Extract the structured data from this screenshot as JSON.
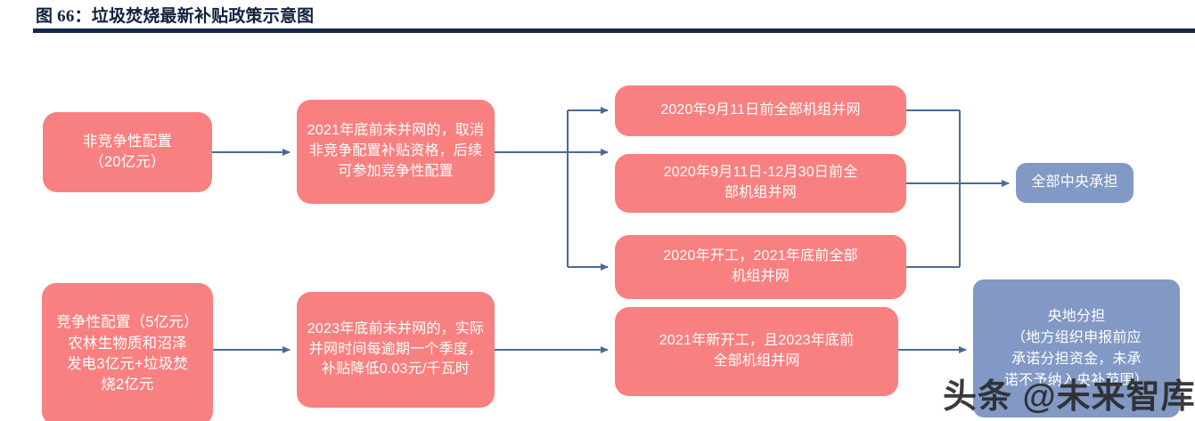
{
  "title": {
    "text": "图 66：垃圾焚烧最新补贴政策示意图"
  },
  "colors": {
    "pink_node": "#f98080",
    "blue_node": "#8199c4",
    "connector": "#4b6a92",
    "title_rule": "#17274d",
    "title_text": "#12223f"
  },
  "diagram": {
    "type": "flowchart",
    "nodes": [
      {
        "id": "n1",
        "label": "非竞争性配置\n（20亿元）",
        "style": "pink",
        "row": "top"
      },
      {
        "id": "n2",
        "label": "2021年底前未并网的，取消\n非竞争配置补贴资格，后续\n可参加竞争性配置",
        "style": "pink",
        "row": "top"
      },
      {
        "id": "n3",
        "label": "2020年9月11日前全部机组并网",
        "style": "pink",
        "row": "top"
      },
      {
        "id": "n4",
        "label": "2020年9月11日-12月30日前全\n部机组并网",
        "style": "pink",
        "row": "top"
      },
      {
        "id": "n5",
        "label": "2020年开工，2021年底前全部\n机组并网",
        "style": "pink",
        "row": "top"
      },
      {
        "id": "n6",
        "label": "全部中央承担",
        "style": "blue",
        "row": "top"
      },
      {
        "id": "n7",
        "label": "竞争性配置（5亿元）\n农林生物质和沼泽\n发电3亿元+垃圾焚\n烧2亿元",
        "style": "pink",
        "row": "bottom"
      },
      {
        "id": "n8",
        "label": "2023年底前未并网的，实际\n并网时间每逾期一个季度，\n补贴降低0.03元/千瓦时",
        "style": "pink",
        "row": "bottom"
      },
      {
        "id": "n9",
        "label": "2021年新开工，且2023年底前\n全部机组并网",
        "style": "pink",
        "row": "bottom"
      },
      {
        "id": "n10",
        "label": "央地分担\n（地方组织申报前应\n承诺分担资金，未承\n诺不予纳入央补范围）",
        "style": "blue",
        "row": "bottom"
      }
    ],
    "edges": [
      {
        "from": "n1",
        "to": "n2"
      },
      {
        "from": "n2",
        "to": "n3"
      },
      {
        "from": "n2",
        "to": "n4"
      },
      {
        "from": "n2",
        "to": "n5"
      },
      {
        "from": "n3",
        "to": "n6"
      },
      {
        "from": "n4",
        "to": "n6"
      },
      {
        "from": "n5",
        "to": "n6"
      },
      {
        "from": "n7",
        "to": "n8"
      },
      {
        "from": "n8",
        "to": "n9"
      },
      {
        "from": "n9",
        "to": "n10"
      }
    ]
  },
  "watermark": {
    "text": "头条 @未来智库"
  }
}
